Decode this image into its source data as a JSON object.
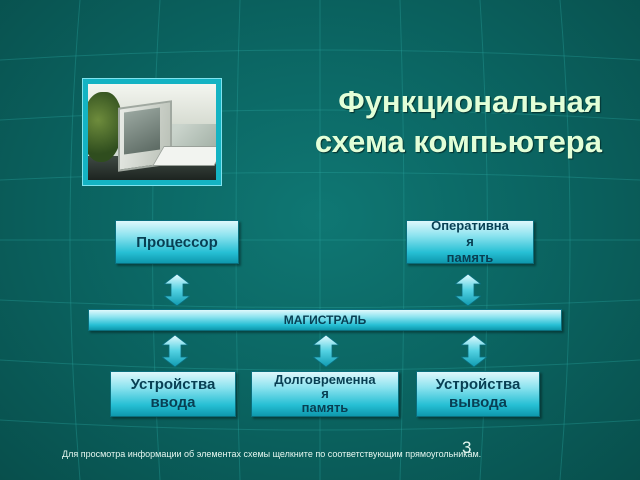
{
  "slide": {
    "title_line1": "Функциональная",
    "title_line2": "схема компьютера",
    "page_number": "3",
    "footnote": "Для просмотра информации об элементах схемы щелкните по соответствующим прямоугольникам."
  },
  "diagram": {
    "processor": "Процессор",
    "ram_lines": [
      "Оперативна",
      "я",
      "память"
    ],
    "bus": "МАГИСТРАЛЬ",
    "input_lines": [
      "Устройства",
      "ввода"
    ],
    "storage_lines": [
      "Долговременна",
      "я",
      "память"
    ],
    "output_lines": [
      "Устройства",
      "вывода"
    ]
  },
  "colors": {
    "background": "#0a5f5c",
    "box_fill": "#26bfd4",
    "box_text": "#083f53",
    "title_text": "#e3ffd8"
  },
  "image": {
    "icon": "computer-photo"
  }
}
